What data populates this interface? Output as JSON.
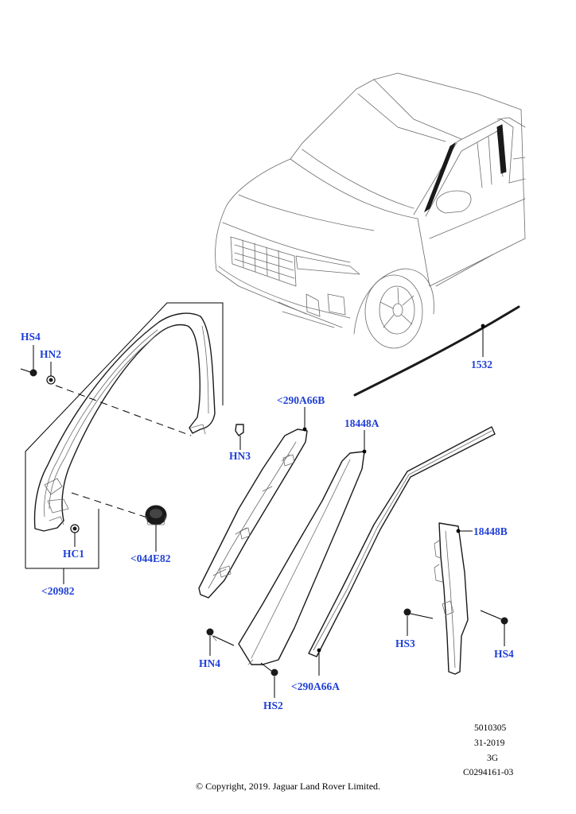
{
  "callouts": {
    "hs4_left": "HS4",
    "hn2": "HN2",
    "hn3": "HN3",
    "hc1": "HC1",
    "p044e82": "<044E82",
    "p20982": "<20982",
    "p290a66b": "<290A66B",
    "p18448a": "18448A",
    "p1532": "1532",
    "p18448b": "18448B",
    "hn4": "HN4",
    "hs2": "HS2",
    "p290a66a": "<290A66A",
    "hs3": "HS3",
    "hs4_right": "HS4"
  },
  "reference": {
    "line1": "5010305",
    "line2": "31-2019",
    "line3": "3G",
    "line4": "C0294161-03"
  },
  "footer": {
    "copyright": "© Copyright, 2019. Jaguar Land Rover Limited."
  },
  "colors": {
    "callout": "#1f3fd6",
    "line": "#1a1a1a"
  }
}
